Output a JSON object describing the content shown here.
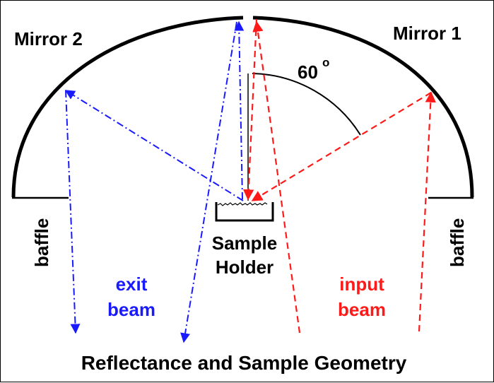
{
  "labels": {
    "mirror_left": "Mirror 2",
    "mirror_right": "Mirror 1",
    "angle_value": "60",
    "angle_unit": "o",
    "baffle_left": "baffle",
    "baffle_right": "baffle",
    "holder_line1": "Sample",
    "holder_line2": "Holder",
    "exit_line1": "exit",
    "exit_line2": "beam",
    "input_line1": "input",
    "input_line2": "beam",
    "caption": "Reflectance and Sample Geometry"
  },
  "colors": {
    "outline": "#000000",
    "exit_beam": "#1a1aff",
    "input_beam": "#ff1a1a"
  }
}
